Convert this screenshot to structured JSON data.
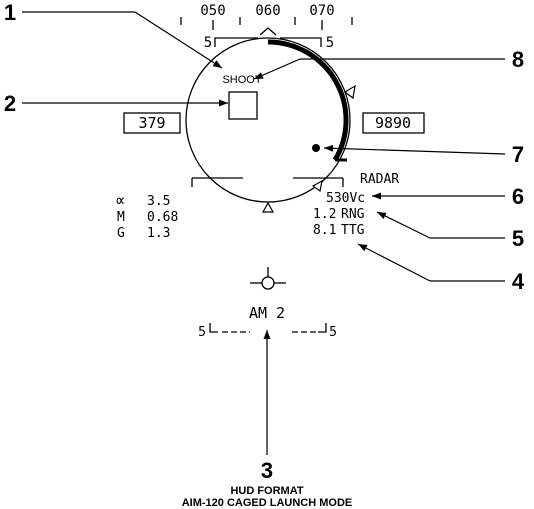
{
  "heading_scale": {
    "labels": [
      "050",
      "060",
      "070"
    ],
    "bank_left": "5",
    "bank_right": "5"
  },
  "reticle": {
    "shoot_cue": "SHOOT",
    "airspeed": "379",
    "altitude": "9890"
  },
  "flight_data": {
    "aoa_symbol": "∝",
    "aoa_value": "3.5",
    "mach_label": "M",
    "mach_value": "0.68",
    "g_label": "G",
    "g_value": "1.3"
  },
  "target_data": {
    "sensor": "RADAR",
    "closure": "530Vc",
    "range_value": "1.2",
    "range_label": "RNG",
    "ttg_value": "8.1",
    "ttg_label": "TTG"
  },
  "weapon": {
    "status": "AM 2",
    "pitch_left": "5",
    "pitch_right": "5"
  },
  "callouts": [
    "1",
    "2",
    "3",
    "4",
    "5",
    "6",
    "7",
    "8"
  ],
  "caption": {
    "line1": "HUD FORMAT",
    "line2": "AIM-120 CAGED LAUNCH MODE"
  }
}
